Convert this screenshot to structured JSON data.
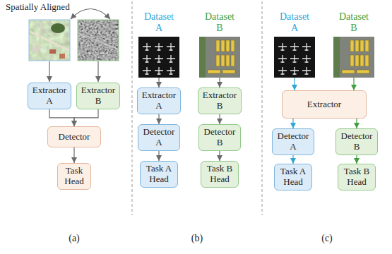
{
  "diagram": {
    "nodes": [
      {
        "text": [
          "Extractor A"
        ]
      },
      {
        "text": [
          "Extractor B"
        ]
      },
      {
        "text": [
          "Detector"
        ]
      },
      {
        "text": [
          "Task Head"
        ]
      },
      {
        "text": [
          "Dataset A"
        ]
      },
      {
        "text": [
          "Dataset B"
        ]
      },
      {
        "text": [
          "Extractor A"
        ]
      },
      {
        "text": [
          "Extractor B"
        ]
      },
      {
        "text": [
          "Detector A"
        ]
      },
      {
        "text": [
          "Detector B"
        ]
      },
      {
        "text": [
          "Task A Head"
        ]
      },
      {
        "text": [
          "Task B Head"
        ]
      },
      {
        "text": [
          "Dataset A"
        ]
      },
      {
        "text": [
          "Dataset B"
        ]
      },
      {
        "text": [
          "Extractor"
        ]
      },
      {
        "text": [
          "Detector A"
        ]
      },
      {
        "text": [
          "Detector B"
        ]
      },
      {
        "text": [
          "Task A Head"
        ]
      },
      {
        "text": [
          "Task B Head"
        ]
      }
    ],
    "edges": [
      {
        "from": 0,
        "to": 2,
        "arrow": "to"
      },
      {
        "from": 1,
        "to": 2,
        "arrow": "to"
      },
      {
        "from": 2,
        "to": 3,
        "arrow": "to"
      },
      {
        "from": 4,
        "to": 6,
        "arrow": "to"
      },
      {
        "from": 5,
        "to": 7,
        "arrow": "to"
      },
      {
        "from": 6,
        "to": 8,
        "arrow": "to"
      },
      {
        "from": 7,
        "to": 9,
        "arrow": "to"
      },
      {
        "from": 8,
        "to": 10,
        "arrow": "to"
      },
      {
        "from": 9,
        "to": 11,
        "arrow": "to"
      },
      {
        "from": 12,
        "to": 14,
        "arrow": "to"
      },
      {
        "from": 13,
        "to": 14,
        "arrow": "to"
      },
      {
        "from": 14,
        "to": 15,
        "arrow": "to"
      },
      {
        "from": 14,
        "to": 16,
        "arrow": "to"
      },
      {
        "from": 15,
        "to": 17,
        "arrow": "to"
      },
      {
        "from": 16,
        "to": 18,
        "arrow": "to"
      }
    ],
    "labels": [
      "Spatially Aligned",
      "(a)",
      "(b)",
      "(c)"
    ]
  }
}
